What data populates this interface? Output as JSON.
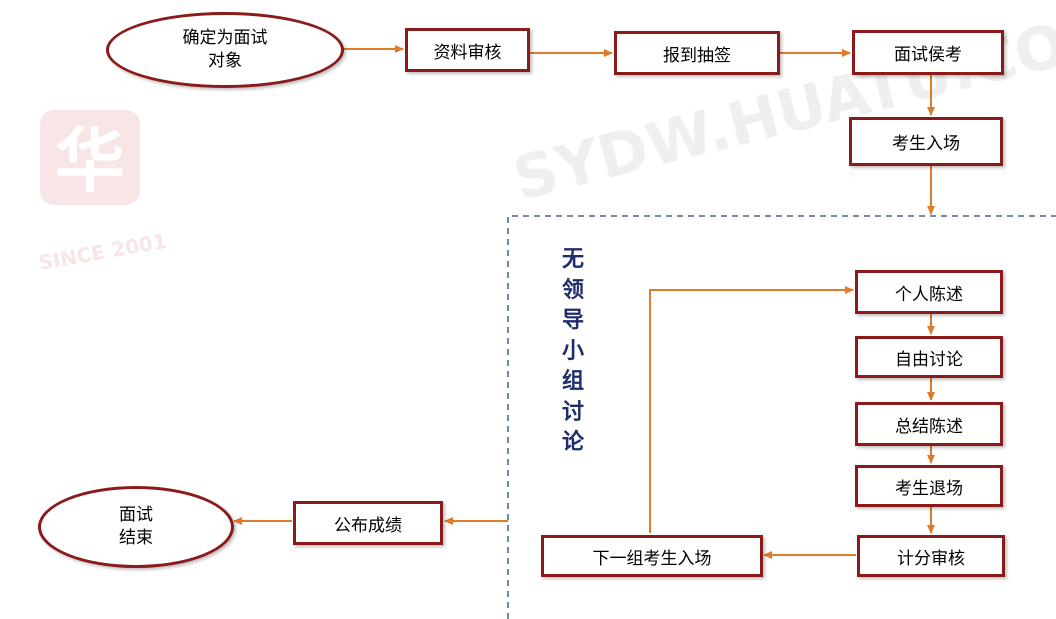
{
  "nodes": {
    "confirm": {
      "line1": "确定为面试",
      "line2": "对象"
    },
    "review": "资料审核",
    "checkin": "报到抽签",
    "wait": "面试侯考",
    "enter": "考生入场",
    "statement": "个人陈述",
    "free_discussion": "自由讨论",
    "summary": "总结陈述",
    "exit": "考生退场",
    "scoring": "计分审核",
    "next_group": "下一组考生入场",
    "publish": "公布成绩",
    "end": {
      "line1": "面试",
      "line2": "结束"
    }
  },
  "section_label": [
    "无",
    "领",
    "导",
    "小",
    "组",
    "讨",
    "论"
  ],
  "watermark": {
    "text": "SYDW.HUATU.COM",
    "since": "SINCE 2001"
  },
  "colors": {
    "box_border": "#8b1a1a",
    "arrow": "#e07b2a",
    "dashed": "#6b8bb5",
    "label": "#1f2d6b"
  }
}
